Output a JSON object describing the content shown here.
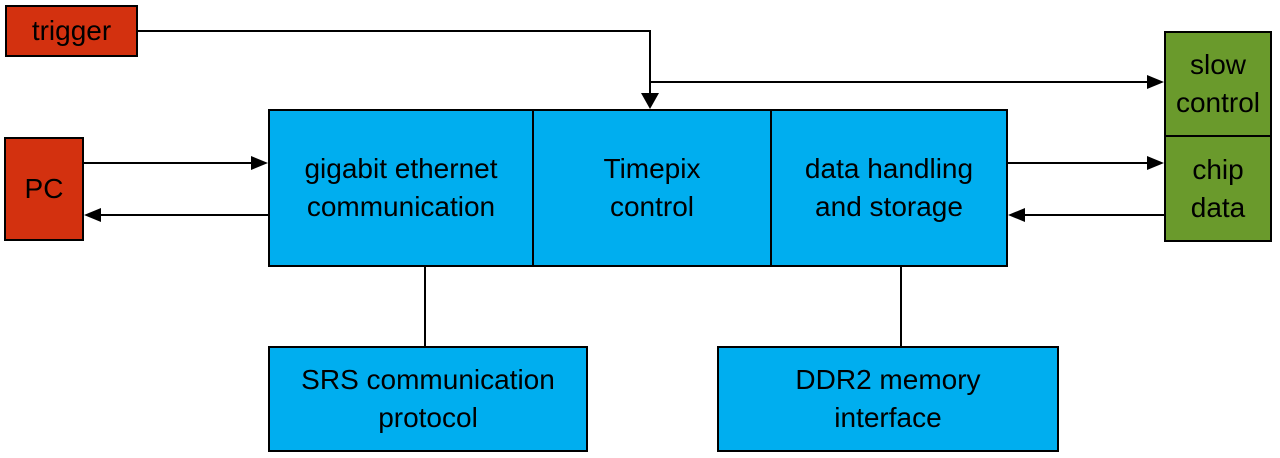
{
  "diagram": {
    "background": "#ffffff",
    "line_color": "#000000",
    "border_color": "#000000",
    "text_color": "#000000",
    "nodes": {
      "trigger": {
        "label": "trigger",
        "fill": "#d3310f"
      },
      "pc": {
        "label": "PC",
        "fill": "#d3310f"
      },
      "gigabit_ethernet": {
        "label": "gigabit ethernet\ncommunication",
        "fill": "#00aeef"
      },
      "timepix_control": {
        "label": "Timepix\ncontrol",
        "fill": "#00aeef"
      },
      "data_handling": {
        "label": "data handling\nand storage",
        "fill": "#00aeef"
      },
      "slow_control": {
        "label": "slow\ncontrol",
        "fill": "#6a9a2c"
      },
      "chip_data": {
        "label": "chip\ndata",
        "fill": "#6a9a2c"
      },
      "srs_protocol": {
        "label": "SRS communication\nprotocol",
        "fill": "#00aeef"
      },
      "ddr2_interface": {
        "label": "DDR2 memory\ninterface",
        "fill": "#00aeef"
      }
    },
    "edges": [
      {
        "from": "trigger",
        "to": "timepix_control",
        "arrow": true
      },
      {
        "from": "trigger",
        "to": "slow_control",
        "arrow": true
      },
      {
        "from": "pc",
        "to": "gigabit_ethernet",
        "arrow": true
      },
      {
        "from": "gigabit_ethernet",
        "to": "pc",
        "arrow": true
      },
      {
        "from": "data_handling",
        "to": "chip_data",
        "arrow": true
      },
      {
        "from": "chip_data",
        "to": "data_handling",
        "arrow": true
      },
      {
        "from": "gigabit_ethernet",
        "to": "srs_protocol",
        "arrow": false
      },
      {
        "from": "data_handling",
        "to": "ddr2_interface",
        "arrow": false
      }
    ]
  }
}
